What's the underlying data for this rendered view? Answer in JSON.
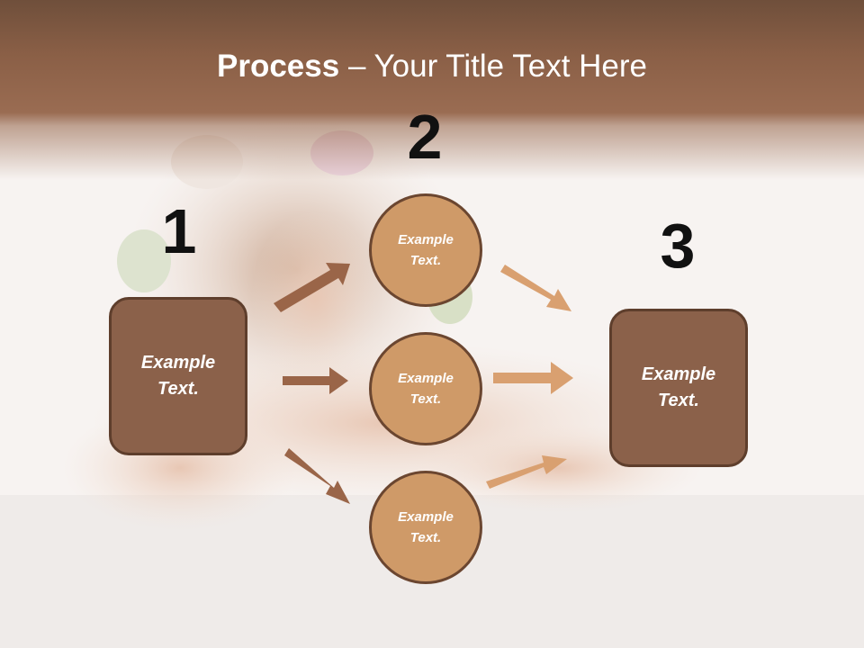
{
  "title": {
    "bold": "Process",
    "rest": " – Your Title Text Here"
  },
  "steps": [
    {
      "number": "1"
    },
    {
      "number": "2"
    },
    {
      "number": "3"
    }
  ],
  "boxes": [
    {
      "text": "Example Text."
    },
    {
      "text": "Example Text."
    }
  ],
  "circles": [
    {
      "text": "Example Text."
    },
    {
      "text": "Example Text."
    },
    {
      "text": "Example Text."
    }
  ],
  "colors": {
    "header": "#8a5f46",
    "box_fill": "#8b614a",
    "box_border": "#5e3e2c",
    "circle_fill": "#cf9a68",
    "circle_border": "#6b4630",
    "arrow_left": "#9a6548",
    "arrow_right": "#d9a070"
  }
}
